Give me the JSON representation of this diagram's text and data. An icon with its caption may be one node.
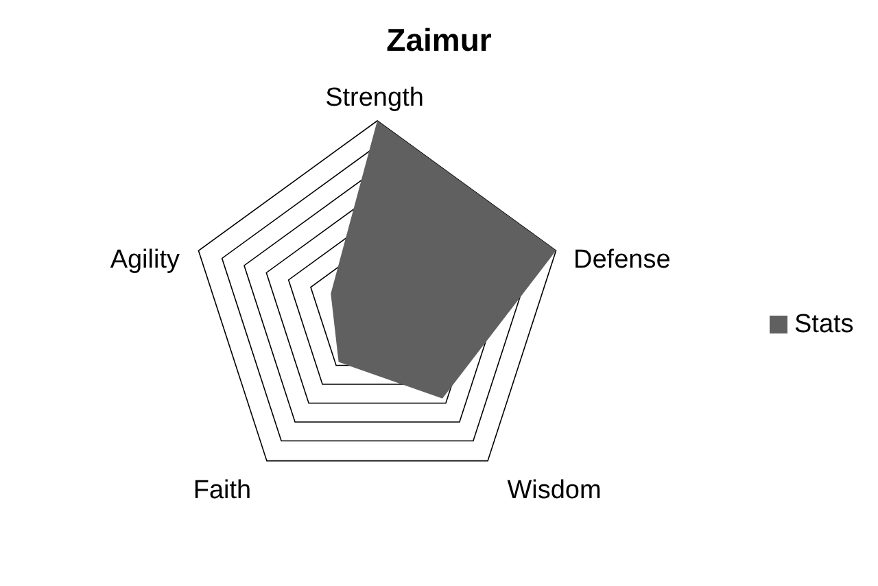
{
  "diagram": {
    "title": "Zaimur",
    "labels": [
      "Strength",
      "Defense",
      "Wisdom",
      "Faith",
      "Agility"
    ],
    "legend": [
      {
        "text": "Stats",
        "color": "#606060"
      }
    ]
  }
}
